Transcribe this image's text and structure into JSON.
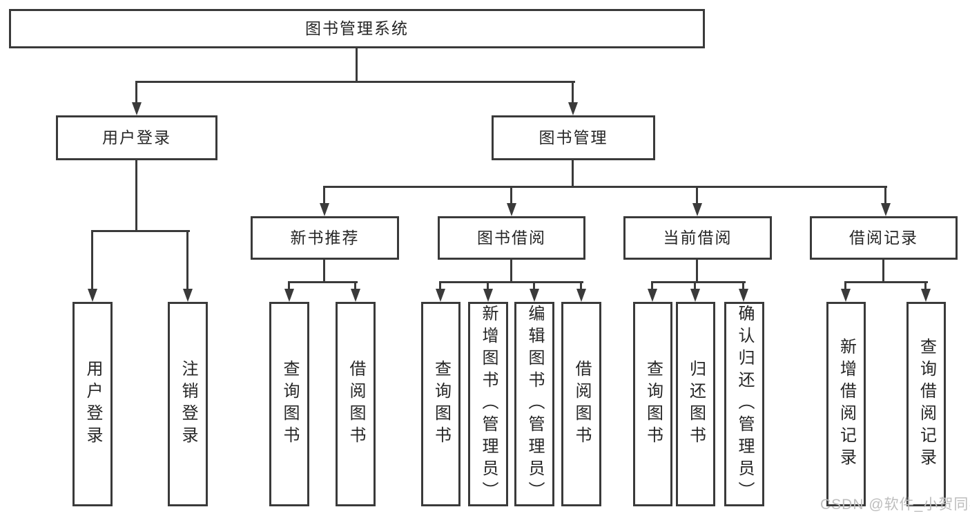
{
  "colors": {
    "line": "#3a3a3a",
    "text": "#262626",
    "watermark": "#bdbdbd",
    "bg": "#ffffff"
  },
  "tree": {
    "label": "图书管理系统",
    "children": [
      {
        "label": "用户登录",
        "children": [
          {
            "label": "用户登录"
          },
          {
            "label": "注销登录"
          }
        ]
      },
      {
        "label": "图书管理",
        "children": [
          {
            "label": "新书推荐",
            "children": [
              {
                "label": "查询图书"
              },
              {
                "label": "借阅图书"
              }
            ]
          },
          {
            "label": "图书借阅",
            "children": [
              {
                "label": "查询图书"
              },
              {
                "label": "新增图书（管理员）"
              },
              {
                "label": "编辑图书（管理员）"
              },
              {
                "label": "借阅图书"
              }
            ]
          },
          {
            "label": "当前借阅",
            "children": [
              {
                "label": "查询图书"
              },
              {
                "label": "归还图书"
              },
              {
                "label": "确认归还（管理员）"
              }
            ]
          },
          {
            "label": "借阅记录",
            "children": [
              {
                "label": "新增借阅记录"
              },
              {
                "label": "查询借阅记录"
              }
            ]
          }
        ]
      }
    ]
  },
  "watermark": {
    "text": "CSDN @软件_小贺同学"
  }
}
